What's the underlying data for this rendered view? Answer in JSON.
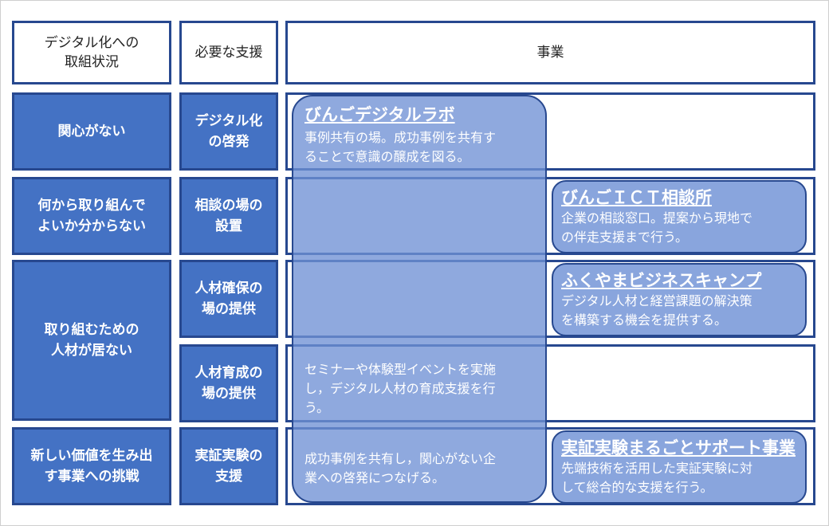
{
  "header": {
    "col1": "デジタル化への\n取組状況",
    "col2": "必要な支援",
    "col3": "事業"
  },
  "rows": [
    {
      "status": "関心がない",
      "support": "デジタル化\nの啓発"
    },
    {
      "status": "何から取り組んで\nよいか分からない",
      "support": "相談の場の\n設置"
    },
    {
      "status": "取り組むための\n人材が居ない",
      "support": "人材確保の\n場の提供"
    },
    {
      "support": "人材育成の\n場の提供"
    },
    {
      "status": "新しい価値を生み出\nす事業への挑戦",
      "support": "実証実験の\n支援"
    }
  ],
  "programs": {
    "lab": {
      "title": "びんごデジタルラボ",
      "desc": "事例共有の場。成功事例を共有す\nることで意識の醸成を図る。",
      "desc_training": "セミナーや体験型イベントを実施\nし，デジタル人材の育成支援を行\nう。",
      "desc_demo": "成功事例を共有し，関心がない企\n業への啓発につなげる。"
    },
    "ict": {
      "title": "びんごＩＣＴ相談所",
      "desc": "企業の相談窓口。提案から現地で\nの伴走支援まで行う。"
    },
    "camp": {
      "title": "ふくやまビジネスキャンプ",
      "desc": "デジタル人材と経営課題の解決策\nを構築する機会を提供する。"
    },
    "demo": {
      "title": "実証実験まるごとサポート事業",
      "desc": "先端技術を活用した実証実験に対\nして総合的な支援を行う。"
    }
  }
}
